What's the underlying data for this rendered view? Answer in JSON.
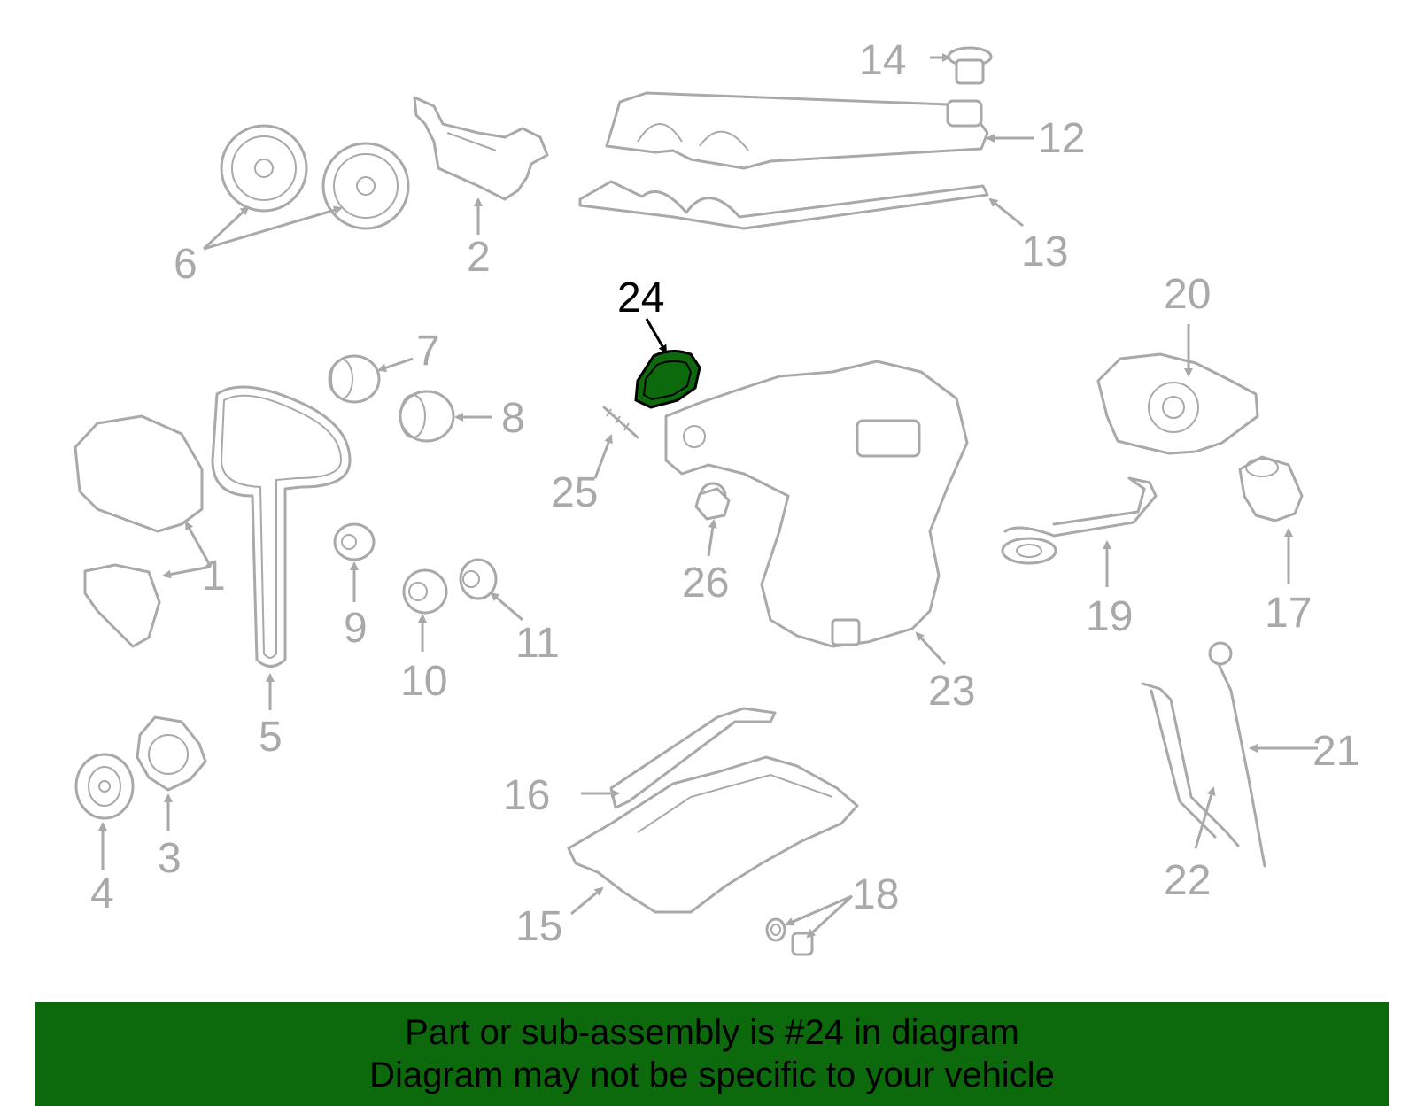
{
  "callouts": {
    "c1": "1",
    "c2": "2",
    "c3": "3",
    "c4": "4",
    "c5": "5",
    "c6": "6",
    "c7": "7",
    "c8": "8",
    "c9": "9",
    "c10": "10",
    "c11": "11",
    "c12": "12",
    "c13": "13",
    "c14": "14",
    "c15": "15",
    "c16": "16",
    "c17": "17",
    "c18": "18",
    "c19": "19",
    "c20": "20",
    "c21": "21",
    "c22": "22",
    "c23": "23",
    "c24": "24",
    "c25": "25",
    "c26": "26"
  },
  "highlight": {
    "part_number": "24",
    "color": "#0c690c"
  },
  "colors": {
    "part_lines": "#a9a9a9",
    "banner_bg": "#0c690c",
    "highlight_outline": "#000000"
  },
  "banner": {
    "line1": "Part or sub-assembly is #24 in diagram",
    "line2": "Diagram may not be specific to your vehicle"
  }
}
